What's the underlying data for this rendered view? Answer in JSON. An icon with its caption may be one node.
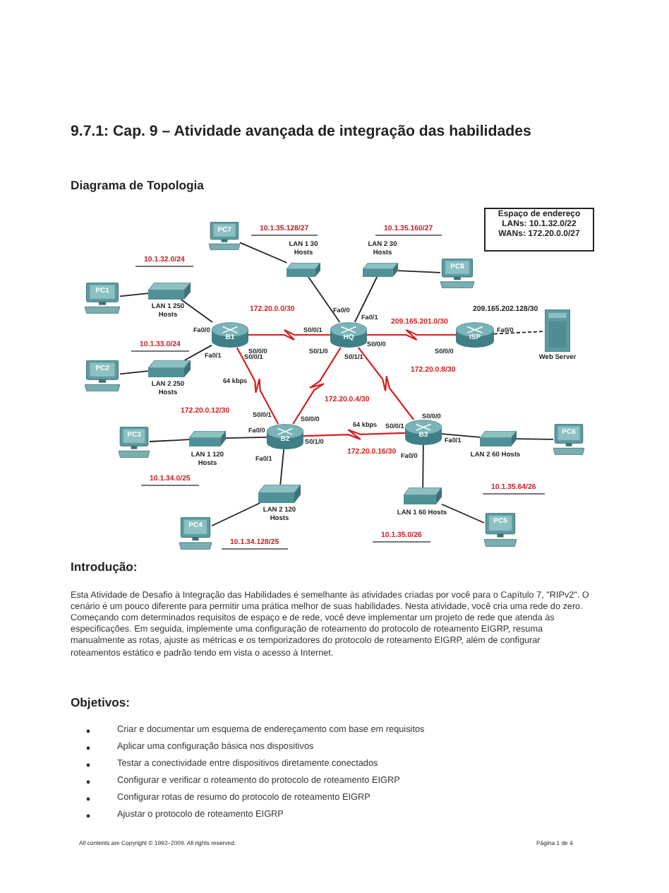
{
  "diagram": {
    "title": "9.7.1: Cap. 9 – Atividade avançada de integração das habilidades",
    "nodes": [
      {
        "text": [
          "Espaço de endereço LANs: 10.1.32.0/22 WANs: 172.20.0.0/27"
        ]
      },
      {
        "text": [
          "PC7"
        ]
      },
      {
        "text": [
          "LAN 1 30 Hosts"
        ],
        "beside": [
          "10.1.35.128/27"
        ]
      },
      {
        "text": [
          "LAN 2 30 Hosts"
        ],
        "beside": [
          "10.1.35.160/27"
        ]
      },
      {
        "text": [
          "PC8"
        ]
      },
      {
        "text": [
          "PC1"
        ]
      },
      {
        "text": [
          "LAN 1 250 Hosts"
        ],
        "beside": [
          "10.1.32.0/24"
        ]
      },
      {
        "text": [
          "B1"
        ]
      },
      {
        "text": [
          "HQ"
        ]
      },
      {
        "text": [
          "ISP"
        ]
      },
      {
        "text": [
          "Web Server"
        ]
      },
      {
        "text": [
          "PC2"
        ]
      },
      {
        "text": [
          "LAN 2 250 Hosts"
        ],
        "beside": [
          "10.1.33.0/24"
        ]
      },
      {
        "text": [
          "PC3"
        ]
      },
      {
        "text": [
          "LAN 1 120 Hosts"
        ],
        "beside": [
          "10.1.34.0/25"
        ]
      },
      {
        "text": [
          "B2"
        ]
      },
      {
        "text": [
          "B3"
        ]
      },
      {
        "text": [
          "LAN 2 60 Hosts"
        ],
        "beside": [
          "10.1.35.64/26"
        ]
      },
      {
        "text": [
          "PC6"
        ]
      },
      {
        "text": [
          "LAN 2 120 Hosts"
        ],
        "beside": [
          "10.1.34.128/25"
        ]
      },
      {
        "text": [
          "LAN 1 60 Hosts"
        ],
        "beside": [
          "10.1.35.0/26"
        ]
      },
      {
        "text": [
          "PC4"
        ]
      },
      {
        "text": [
          "PC5"
        ]
      }
    ],
    "edges": [
      {
        "from": 1,
        "to": 2,
        "arrow": "none"
      },
      {
        "from": 2,
        "to": 8,
        "arrow": "none"
      },
      {
        "from": 3,
        "to": 8,
        "arrow": "none"
      },
      {
        "from": 3,
        "to": 4,
        "arrow": "none"
      },
      {
        "from": 5,
        "to": 6,
        "arrow": "none"
      },
      {
        "from": 6,
        "to": 7,
        "arrow": "none"
      },
      {
        "from": 7,
        "to": 8,
        "arrow": "none",
        "label": "172.20.0.0/30",
        "color": "#d42020"
      },
      {
        "from": 8,
        "to": 9,
        "arrow": "none",
        "label": "209.165.201.0/30",
        "color": "#d42020"
      },
      {
        "from": 9,
        "to": 10,
        "arrow": "none",
        "label": "209.165.202.128/30",
        "style": "dashed"
      },
      {
        "from": 11,
        "to": 12,
        "arrow": "none"
      },
      {
        "from": 12,
        "to": 7,
        "arrow": "none"
      },
      {
        "from": 7,
        "to": 15,
        "arrow": "none",
        "label": "172.20.0.12/30",
        "color": "#d42020"
      },
      {
        "from": 8,
        "to": 15,
        "arrow": "none",
        "label": "172.20.0.4/30",
        "color": "#d42020"
      },
      {
        "from": 8,
        "to": 16,
        "arrow": "none",
        "label": "172.20.0.8/30",
        "color": "#d42020"
      },
      {
        "from": 13,
        "to": 14,
        "arrow": "none"
      },
      {
        "from": 14,
        "to": 15,
        "arrow": "none"
      },
      {
        "from": 15,
        "to": 16,
        "arrow": "none",
        "label": "172.20.0.16/30",
        "color": "#d42020"
      },
      {
        "from": 16,
        "to": 17,
        "arrow": "none"
      },
      {
        "from": 17,
        "to": 18,
        "arrow": "none"
      },
      {
        "from": 15,
        "to": 19,
        "arrow": "none"
      },
      {
        "from": 19,
        "to": 21,
        "arrow": "none"
      },
      {
        "from": 16,
        "to": 20,
        "arrow": "none"
      },
      {
        "from": 20,
        "to": 22,
        "arrow": "none"
      }
    ],
    "labels": [
      "Diagrama de Topologia",
      "Fa0/0",
      "Fa0/1",
      "Fa0/0",
      "S0/0/1",
      "Fa0/0",
      "S0/0/0",
      "S0/0/0",
      "S0/1/0",
      "S0/0/0",
      "Fa0/1",
      "S0/0/1",
      "S0/1/1",
      "64 kbps",
      "S0/0/1",
      "S0/0/0",
      "S0/0/0",
      "64 kbps",
      "S0/0/1",
      "Fa0/0",
      "S0/1/0",
      "Fa0/1",
      "Fa0/1",
      "Fa0/0",
      "Introdução:",
      "Esta Atividade de Desafio à Integração das Habilidades é semelhante às atividades criadas por você para o Capítulo 7, \"RIPv2\". O cenário é um pouco diferente para permitir uma prática melhor de suas habilidades. Nesta atividade, você cria uma rede do zero. Começando com determinados requisitos de espaço e de rede, você deve implementar um projeto de rede que atenda às especificações. Em seguida, implemente uma configuração de roteamento do protocolo de roteamento EIGRP, resuma manualmente as rotas, ajuste as métricas e os temporizadores do protocolo de roteamento EIGRP, além de configurar roteamentos estático e padrão tendo em vista o acesso à Internet.",
      "Objetivos:",
      "Criar e documentar um esquema de endereçamento com base em requisitos",
      "Aplicar uma configuração básica nos dispositivos",
      "Testar a conectividade entre dispositivos diretamente conectados",
      "Configurar e verificar o roteamento do protocolo de roteamento EIGRP",
      "Configurar rotas de resumo do protocolo de roteamento EIGRP",
      "Ajustar o protocolo de roteamento EIGRP",
      "All contents are Copyright © 1992–2009. All rights reserved.",
      "Página 1 de 4"
    ]
  }
}
